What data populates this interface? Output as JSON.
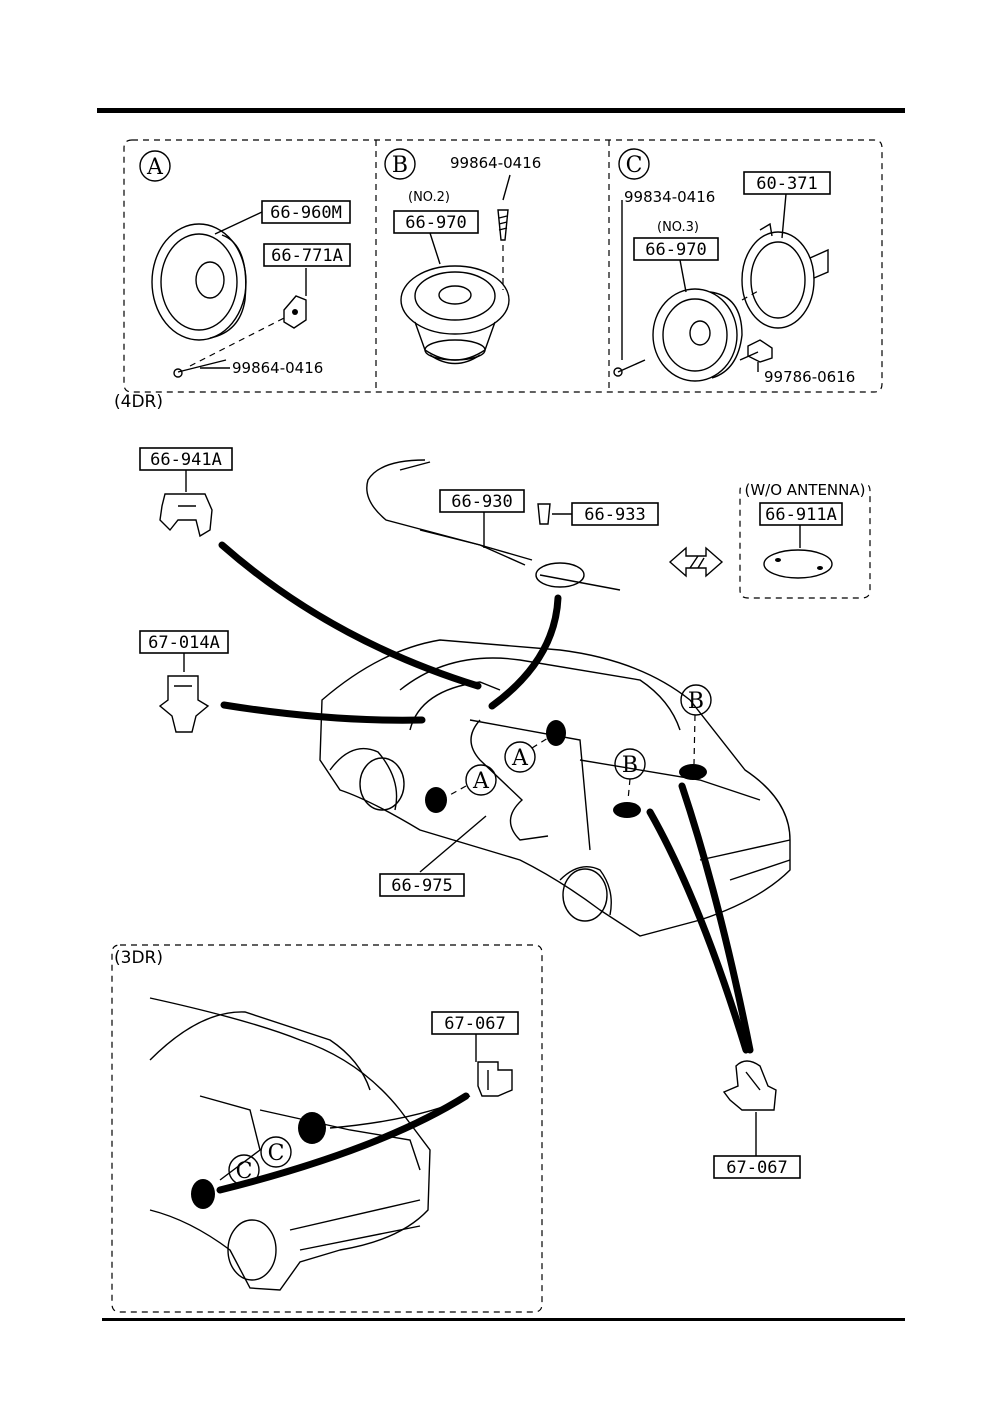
{
  "callouts": {
    "a": "A",
    "b": "B",
    "c": "C"
  },
  "section_a": {
    "part_speaker": "66-960M",
    "part_bracket": "66-771A",
    "part_screw": "99864-0416"
  },
  "section_b": {
    "part_screw": "99864-0416",
    "note": "(NO.2)",
    "part_speaker": "66-970"
  },
  "section_c": {
    "part_screw": "99834-0416",
    "part_adapter": "60-371",
    "note": "(NO.3)",
    "part_speaker": "66-970",
    "part_bolt": "99786-0616"
  },
  "sedan": {
    "variant": "(4DR)",
    "part_clip_left": "66-941A",
    "part_antenna_cable": "66-930",
    "part_antenna_screw": "66-933",
    "wo_antenna_label": "(W/O ANTENNA)",
    "part_cover": "66-911A",
    "part_clip_left2": "67-014A",
    "part_harness": "66-975",
    "part_clip_right": "67-067"
  },
  "hatchback": {
    "variant": "(3DR)",
    "part_clip": "67-067"
  }
}
